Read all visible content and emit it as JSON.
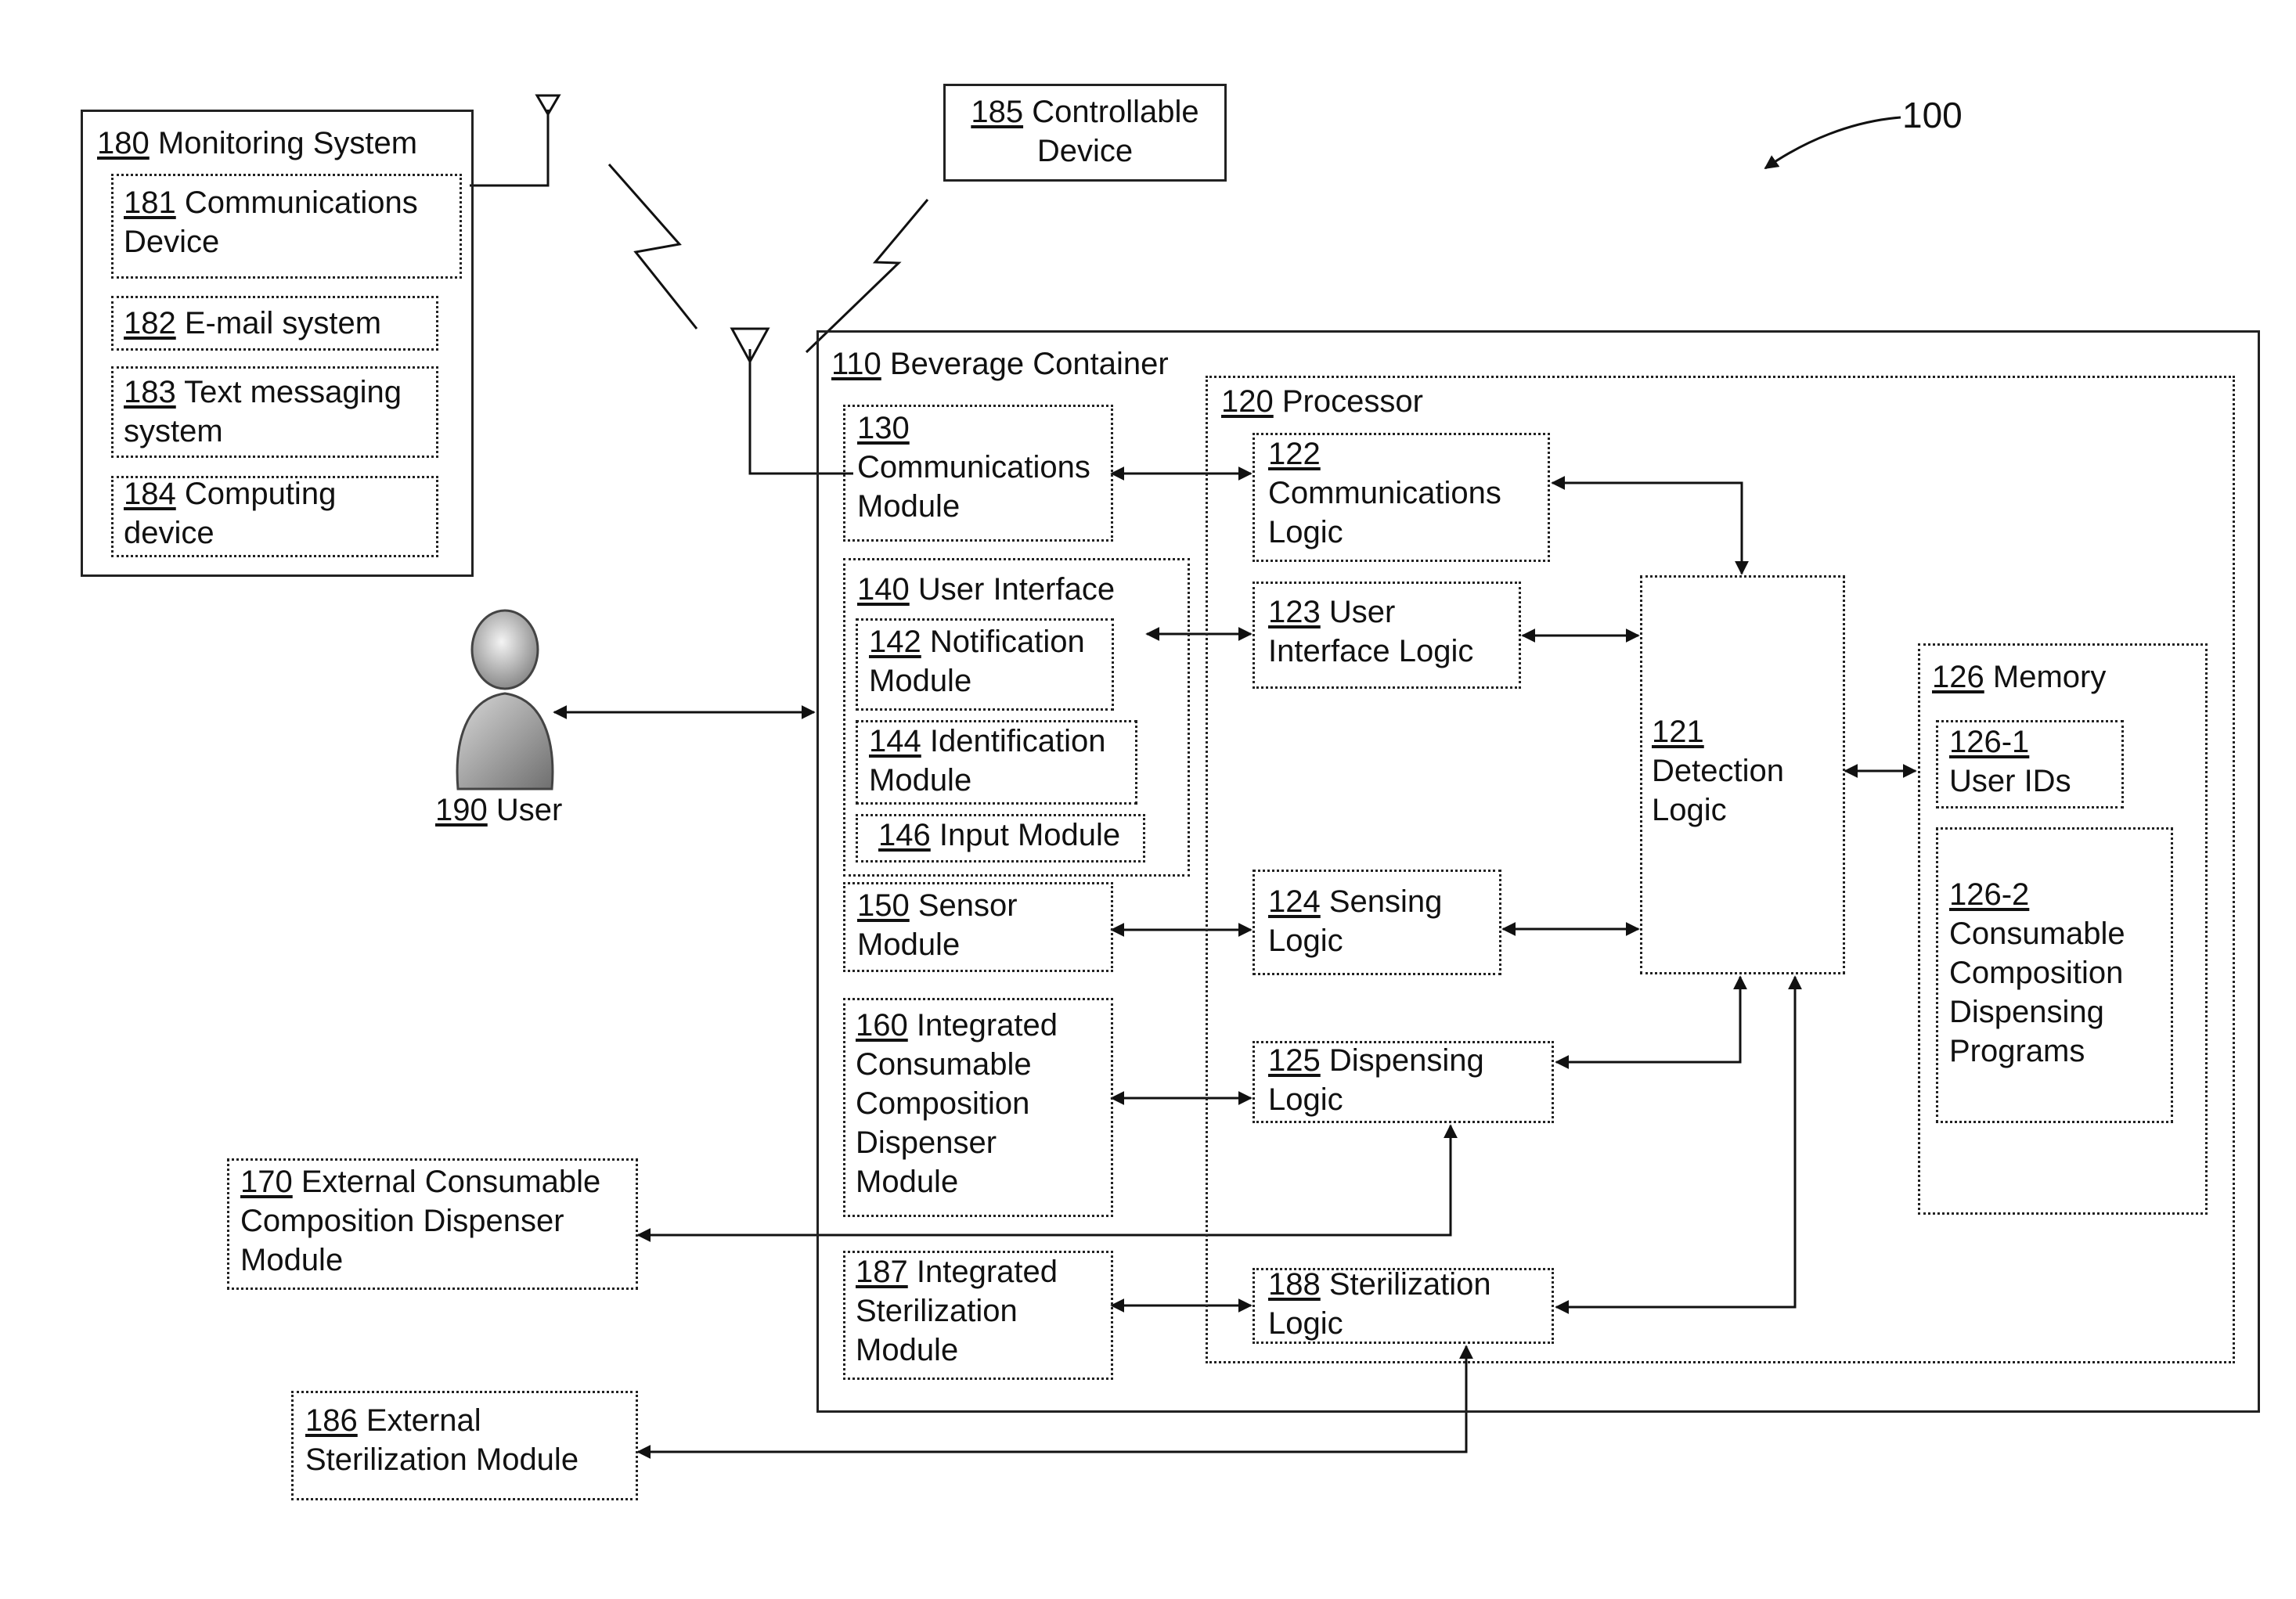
{
  "figure_number": "100",
  "monitoring_system": {
    "num": "180",
    "title": "Monitoring System"
  },
  "communications_device": {
    "num": "181",
    "text": "Communications\nDevice"
  },
  "email_system": {
    "num": "182",
    "text": "E-mail system"
  },
  "text_messaging_system": {
    "num": "183",
    "text": "Text messaging\nsystem"
  },
  "computing_device": {
    "num": "184",
    "text": "Computing\ndevice"
  },
  "controllable_device": {
    "num": "185",
    "text": "Controllable\nDevice"
  },
  "user": {
    "num": "190",
    "text": "User"
  },
  "beverage_container": {
    "num": "110",
    "text": "Beverage Container"
  },
  "communications_module": {
    "num": "130",
    "text": "Communications\nModule"
  },
  "user_interface": {
    "num": "140",
    "text": "User Interface"
  },
  "notification_module": {
    "num": "142",
    "text": "Notification\nModule"
  },
  "identification_module": {
    "num": "144",
    "text": "Identification\nModule"
  },
  "input_module": {
    "num": "146",
    "text": "Input Module"
  },
  "sensor_module": {
    "num": "150",
    "text": "Sensor\nModule"
  },
  "integrated_dispenser_module": {
    "num": "160",
    "text": "Integrated\nConsumable\nComposition\nDispenser\nModule"
  },
  "integrated_sterilization_module": {
    "num": "187",
    "text": "Integrated\nSterilization\nModule"
  },
  "processor": {
    "num": "120",
    "text": "Processor"
  },
  "communications_logic": {
    "num": "122",
    "text": "Communications\nLogic"
  },
  "user_interface_logic": {
    "num": "123",
    "text": "User\nInterface Logic"
  },
  "sensing_logic": {
    "num": "124",
    "text": "Sensing\nLogic"
  },
  "dispensing_logic": {
    "num": "125",
    "text": "Dispensing\nLogic"
  },
  "sterilization_logic": {
    "num": "188",
    "text": "Sterilization\nLogic"
  },
  "detection_logic": {
    "num": "121",
    "text": "Detection\nLogic"
  },
  "memory": {
    "num": "126",
    "text": "Memory"
  },
  "user_ids": {
    "num": "126-1",
    "text": "User IDs"
  },
  "dispensing_programs": {
    "num": "126-2",
    "text": "Consumable\nComposition\nDispensing\nPrograms"
  },
  "external_dispenser_module": {
    "num": "170",
    "text": "External Consumable\nComposition Dispenser\nModule"
  },
  "external_sterilization_module": {
    "num": "186",
    "text": "External\nSterilization Module"
  }
}
